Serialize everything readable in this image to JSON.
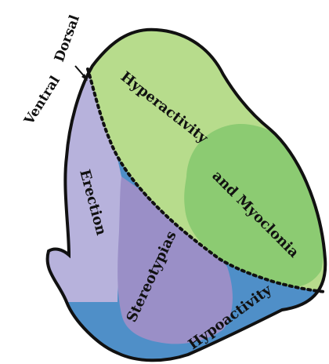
{
  "orientation": {
    "ventral_label": "Ventral",
    "dorsal_label": "Dorsal"
  },
  "regions": {
    "hyperactivity": {
      "label": "Hyperactivity",
      "color": "#b7dc8c"
    },
    "myoclonia": {
      "label": "and Myoclonia",
      "color": "#8ccb72"
    },
    "erection": {
      "label": "Erection",
      "color": "#b7b2dc"
    },
    "stereotypias": {
      "label": "Stereotypias",
      "color": "#9a8fc7"
    },
    "hypoactivity": {
      "label": "Hypoactivity",
      "color": "#4f8fc8"
    }
  },
  "outline_color": "#111111"
}
